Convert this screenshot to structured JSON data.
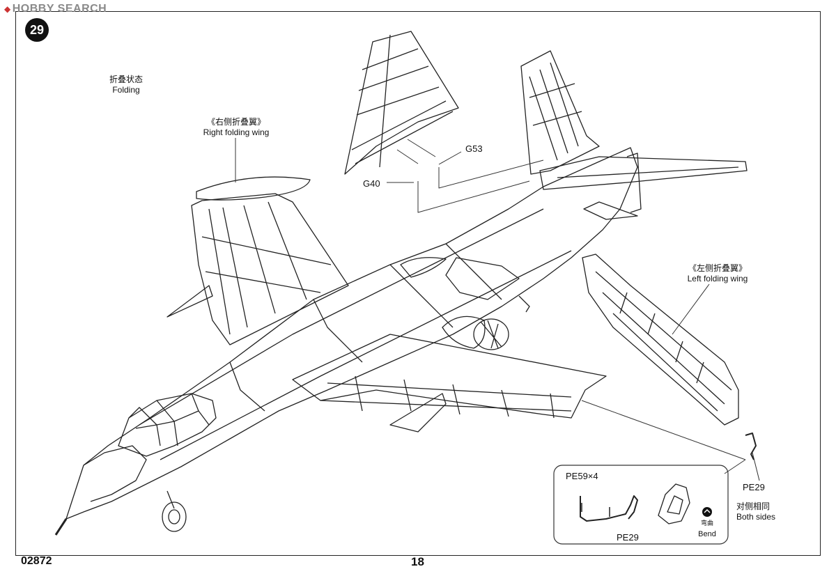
{
  "watermark": {
    "text": "HOBBY SEARCH"
  },
  "step": {
    "number": "29"
  },
  "labels": {
    "folding_cn": "折叠状态",
    "folding_en": "Folding",
    "right_wing_cn": "《右侧折叠翼》",
    "right_wing_en": "Right folding wing",
    "left_wing_cn": "《左侧折叠翼》",
    "left_wing_en": "Left folding wing",
    "both_sides_cn": "对侧相同",
    "both_sides_en": "Both sides",
    "bend_cn": "弯曲",
    "bend_en": "Bend"
  },
  "parts": {
    "g53": "G53",
    "g40": "G40",
    "pe59": "PE59×4",
    "pe29_detail": "PE29",
    "pe29_main": "PE29"
  },
  "footer": {
    "code": "02872",
    "page": "18"
  }
}
